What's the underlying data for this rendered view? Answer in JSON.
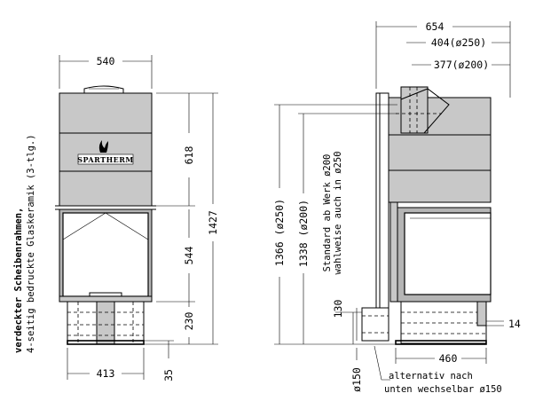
{
  "front": {
    "width_top": "540",
    "dim_618": "618",
    "dim_544": "544",
    "dim_230": "230",
    "dim_1427": "1427",
    "dim_413": "413",
    "dim_35": "35",
    "logo": "SPARTHERM"
  },
  "side": {
    "dim_654": "654",
    "dim_404": "404(ø250)",
    "dim_377": "377(ø200)",
    "dim_1366": "1366 (ø250)",
    "dim_1338": "1338 (ø200)",
    "standard_line1": "Standard ab Werk ø200",
    "standard_line2": "wahlweise auch in ø250",
    "dim_130": "130",
    "dim_14": "14",
    "dim_460": "460",
    "dim_150": "ø150",
    "alt_line1": "alternativ nach",
    "alt_line2": "unten wechselbar ø150"
  },
  "note": {
    "line1": "verdeckter Scheibenrahmen,",
    "line2": "4-seitig bedruckte Glaskeramik (3-tlg.)"
  }
}
